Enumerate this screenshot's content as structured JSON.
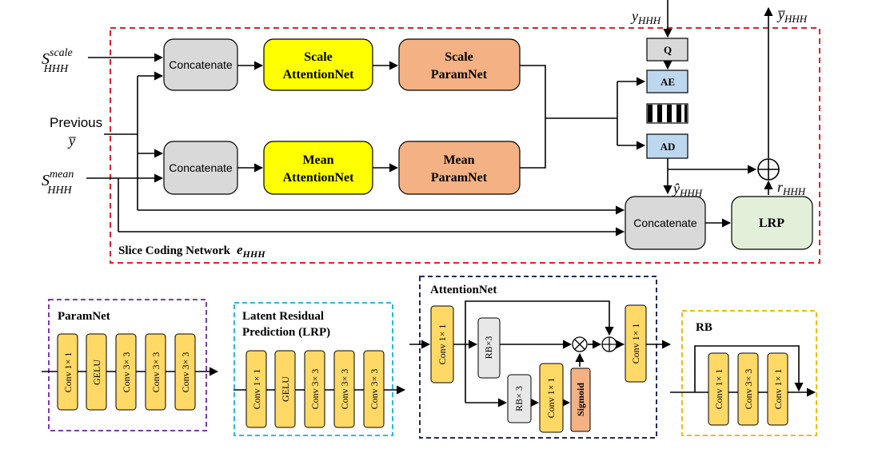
{
  "main": {
    "input_scale": {
      "base": "S",
      "sup": "scale",
      "sub": "HHH"
    },
    "input_mean": {
      "base": "S",
      "sup": "mean",
      "sub": "HHH"
    },
    "input_prev_line1": "Previous",
    "input_prev_line2": "y̅",
    "concat_label": "Concatenate",
    "scale_attention": [
      "Scale",
      "AttentionNet"
    ],
    "scale_param": [
      "Scale",
      "ParamNet"
    ],
    "mean_attention": [
      "Mean",
      "AttentionNet"
    ],
    "mean_param": [
      "Mean",
      "ParamNet"
    ],
    "y_in": {
      "base": "y",
      "sub": "HHH"
    },
    "y_out": {
      "base": "y̅",
      "sub": "HHH"
    },
    "q_label": "Q",
    "ae_label": "AE",
    "ad_label": "AD",
    "yhat": {
      "base": "ŷ",
      "sub": "HHH"
    },
    "r": {
      "base": "r",
      "sub": "HHH"
    },
    "lrp_label": "LRP",
    "caption_text": "Slice Coding Network",
    "caption_sym": {
      "base": "e",
      "sub": "HHH"
    }
  },
  "paramnet": {
    "title": "ParamNet",
    "layers": [
      "Conv 1× 1",
      "GELU",
      "Conv 3× 3",
      "Conv 3× 3",
      "Conv 3× 3"
    ]
  },
  "lrp": {
    "title_line1": "Latent Residual",
    "title_line2": "Prediction (LRP)",
    "layers": [
      "Conv 1× 1",
      "GELU",
      "Conv 3× 3",
      "Conv 3× 3",
      "Conv 3× 3"
    ]
  },
  "attentionnet": {
    "title": "AttentionNet",
    "conv_in": "Conv 1× 1",
    "rb_top": "RB×3",
    "rb_bottom": "RB× 3",
    "conv_mid": "Conv 1× 1",
    "sigmoid": "Sigmoid",
    "conv_out": "Conv 1× 1"
  },
  "rb": {
    "title": "RB",
    "layers": [
      "Conv 1× 1",
      "Conv 3× 3",
      "Conv 1× 1"
    ]
  },
  "colors": {
    "red_dash": "#e0202a",
    "purple_dash": "#7a3bb0",
    "cyan_dash": "#2cb6e6",
    "navy_dash": "#1f2d50",
    "orange_dash": "#f2b81c",
    "yellow": "#ffff00",
    "salmon": "#f4b183",
    "gray": "#d9d9d9",
    "light_blue": "#bdd7ee",
    "light_green": "#e2f0d9",
    "layer_yellow": "#ffd966"
  }
}
